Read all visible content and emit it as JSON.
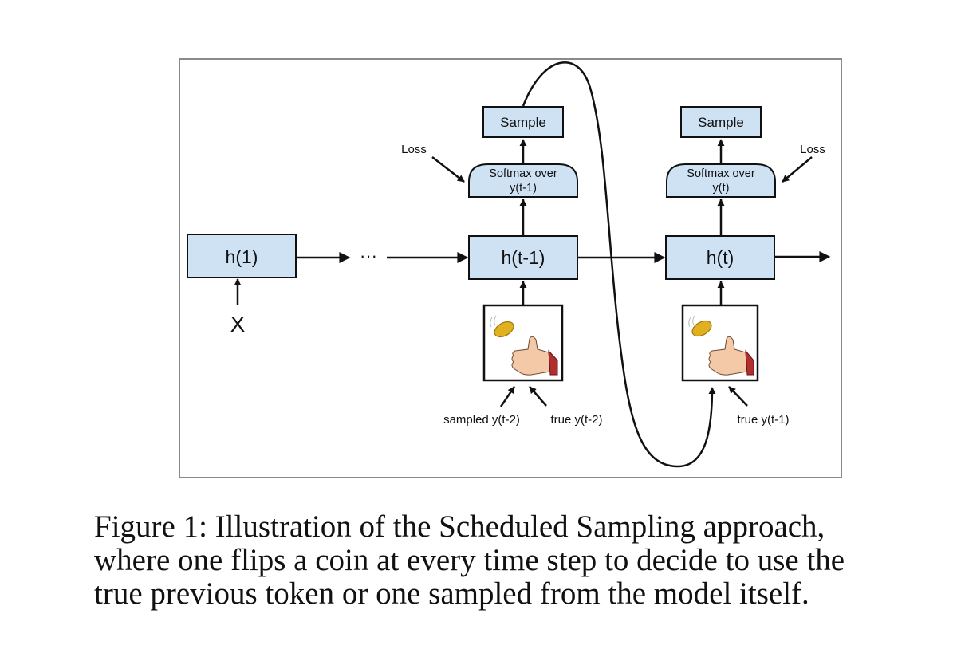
{
  "diagram": {
    "nodes": {
      "h1": "h(1)",
      "ellipsis": "···",
      "h_t_minus_1": "h(t-1)",
      "h_t": "h(t)",
      "input_x": "X",
      "sample_left": "Sample",
      "sample_right": "Sample",
      "softmax_left_line1": "Softmax over",
      "softmax_left_line2": "y(t-1)",
      "softmax_right_line1": "Softmax over",
      "softmax_right_line2": "y(t)"
    },
    "labels": {
      "loss_left": "Loss",
      "loss_right": "Loss",
      "sampled_prev": "sampled y(t-2)",
      "true_prev_left": "true y(t-2)",
      "true_prev_right": "true y(t-1)"
    },
    "colors": {
      "box_fill": "#cfe2f3",
      "stroke": "#111111",
      "frame": "#8a8a8a",
      "coin": "#e0b020",
      "hand": "#f3c9a8",
      "sleeve": "#b03030"
    },
    "icons": [
      "coin-flip-icon",
      "coin-flip-icon"
    ]
  },
  "caption": {
    "line1": "Figure 1: Illustration of the Scheduled Sampling approach,",
    "line2": "where one flips a coin at every time step to decide to use the",
    "line3": "true previous token or one sampled from the model itself."
  }
}
